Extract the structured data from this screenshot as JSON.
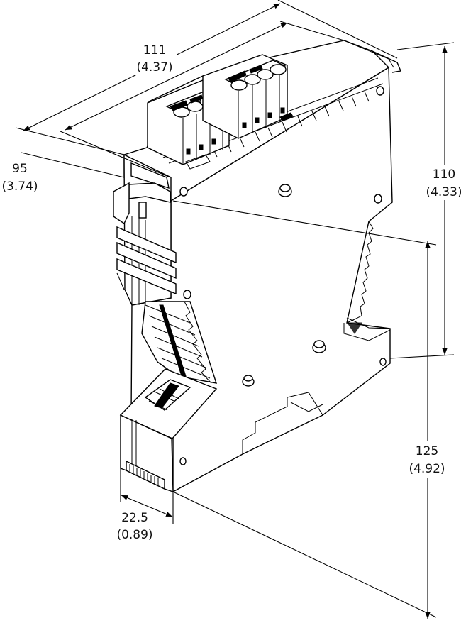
{
  "dimensions": {
    "width": {
      "mm": "111",
      "in": "(4.37)"
    },
    "depth": {
      "mm": "95",
      "in": "(3.74)"
    },
    "height_upper": {
      "mm": "110",
      "in": "(4.33)"
    },
    "height_total": {
      "mm": "125",
      "in": "(4.92)"
    },
    "thickness": {
      "mm": "22.5",
      "in": "(0.89)"
    }
  },
  "colors": {
    "line": "#000000",
    "background": "#ffffff"
  }
}
